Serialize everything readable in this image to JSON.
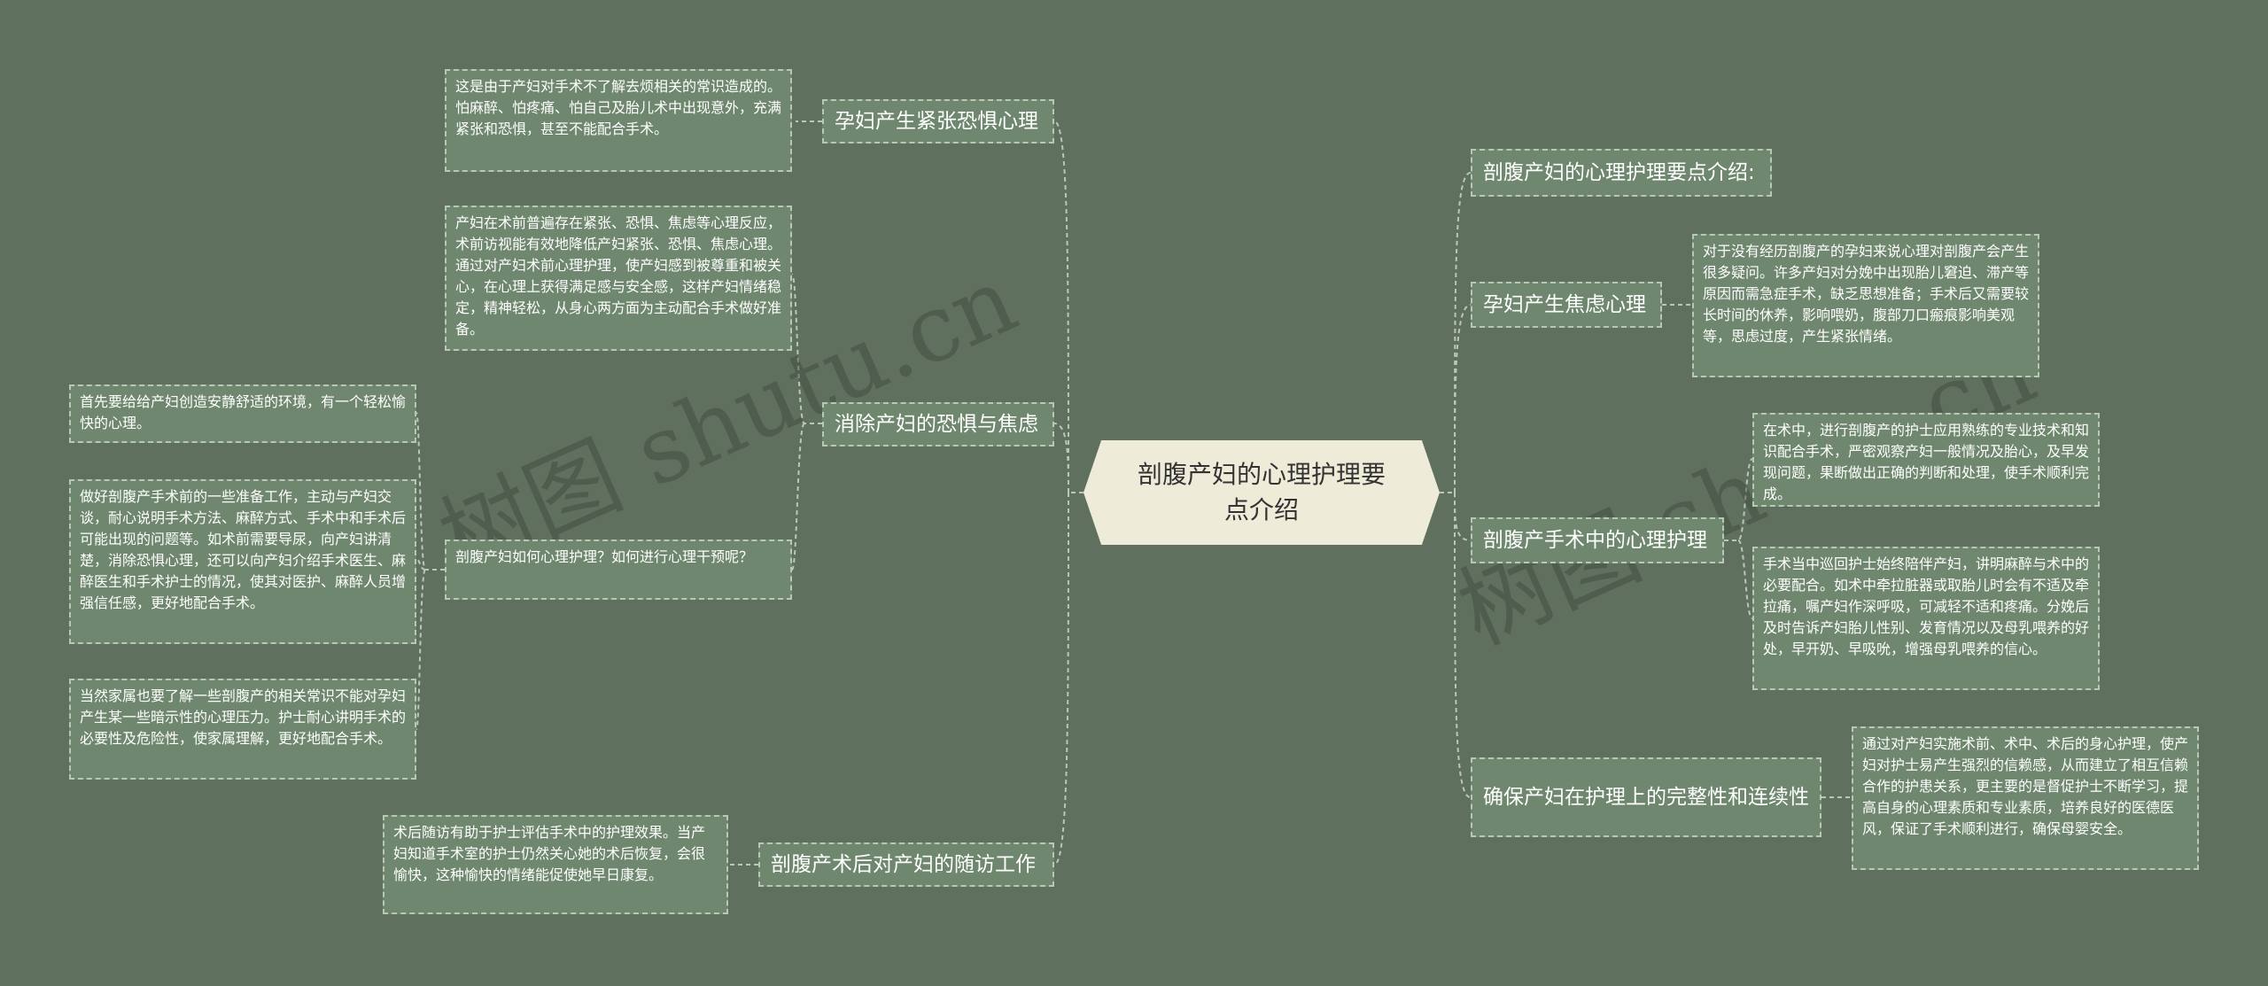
{
  "root": {
    "title": "剖腹产妇的心理护理要点介绍"
  },
  "watermark": "树图 shutu.cn",
  "left": [
    {
      "label": "孕妇产生紧张恐惧心理",
      "leaves": [
        "这是由于产妇对手术不了解去烦相关的常识造成的。怕麻醉、怕疼痛、怕自己及胎儿术中出现意外，充满紧张和恐惧，甚至不能配合手术。"
      ]
    },
    {
      "label": "消除产妇的恐惧与焦虑",
      "leaves": [
        "产妇在术前普遍存在紧张、恐惧、焦虑等心理反应，术前访视能有效地降低产妇紧张、恐惧、焦虑心理。通过对产妇术前心理护理，使产妇感到被尊重和被关心，在心理上获得满足感与安全感，这样产妇情绪稳定，精神轻松，从身心两方面为主动配合手术做好准备。",
        "剖腹产妇如何心理护理？如何进行心理干预呢？"
      ],
      "sub_leaves": [
        "首先要给给产妇创造安静舒适的环境，有一个轻松愉快的心理。",
        "做好剖腹产手术前的一些准备工作，主动与产妇交谈，耐心说明手术方法、麻醉方式、手术中和手术后可能出现的问题等。如术前需要导尿，向产妇讲清楚，消除恐惧心理，还可以向产妇介绍手术医生、麻醉医生和手术护士的情况，使其对医护、麻醉人员增强信任感，更好地配合手术。",
        "当然家属也要了解一些剖腹产的相关常识不能对孕妇产生某一些暗示性的心理压力。护士耐心讲明手术的必要性及危险性，使家属理解，更好地配合手术。"
      ]
    },
    {
      "label": "剖腹产术后对产妇的随访工作",
      "leaves": [
        "术后随访有助于护士评估手术中的护理效果。当产妇知道手术室的护士仍然关心她的术后恢复，会很愉快，这种愉快的情绪能促使她早日康复。"
      ]
    }
  ],
  "right": [
    {
      "label": "剖腹产妇的心理护理要点介绍:",
      "leaves": []
    },
    {
      "label": "孕妇产生焦虑心理",
      "leaves": [
        "对于没有经历剖腹产的孕妇来说心理对剖腹产会产生很多疑问。许多产妇对分娩中出现胎儿窘迫、滞产等原因而需急症手术，缺乏思想准备；手术后又需要较长时间的休养，影响喂奶，腹部刀口瘢痕影响美观等，思虑过度，产生紧张情绪。"
      ]
    },
    {
      "label": "剖腹产手术中的心理护理",
      "leaves": [
        "在术中，进行剖腹产的护士应用熟练的专业技术和知识配合手术，严密观察产妇一般情况及胎心，及早发现问题，果断做出正确的判断和处理，使手术顺利完成。",
        "手术当中巡回护士始终陪伴产妇，讲明麻醉与术中的必要配合。如术中牵拉脏器或取胎儿时会有不适及牵拉痛，嘱产妇作深呼吸，可减轻不适和疼痛。分娩后及时告诉产妇胎儿性别、发育情况以及母乳喂养的好处，早开奶、早吸吮，增强母乳喂养的信心。"
      ]
    },
    {
      "label": "确保产妇在护理上的完整性和连续性",
      "leaves": [
        "通过对产妇实施术前、术中、术后的身心护理，使产妇对护士易产生强烈的信赖感，从而建立了相互信赖合作的护患关系，更主要的是督促护士不断学习，提高自身的心理素质和专业素质，培养良好的医德医风，保证了手术顺利进行，确保母婴安全。"
      ]
    }
  ]
}
